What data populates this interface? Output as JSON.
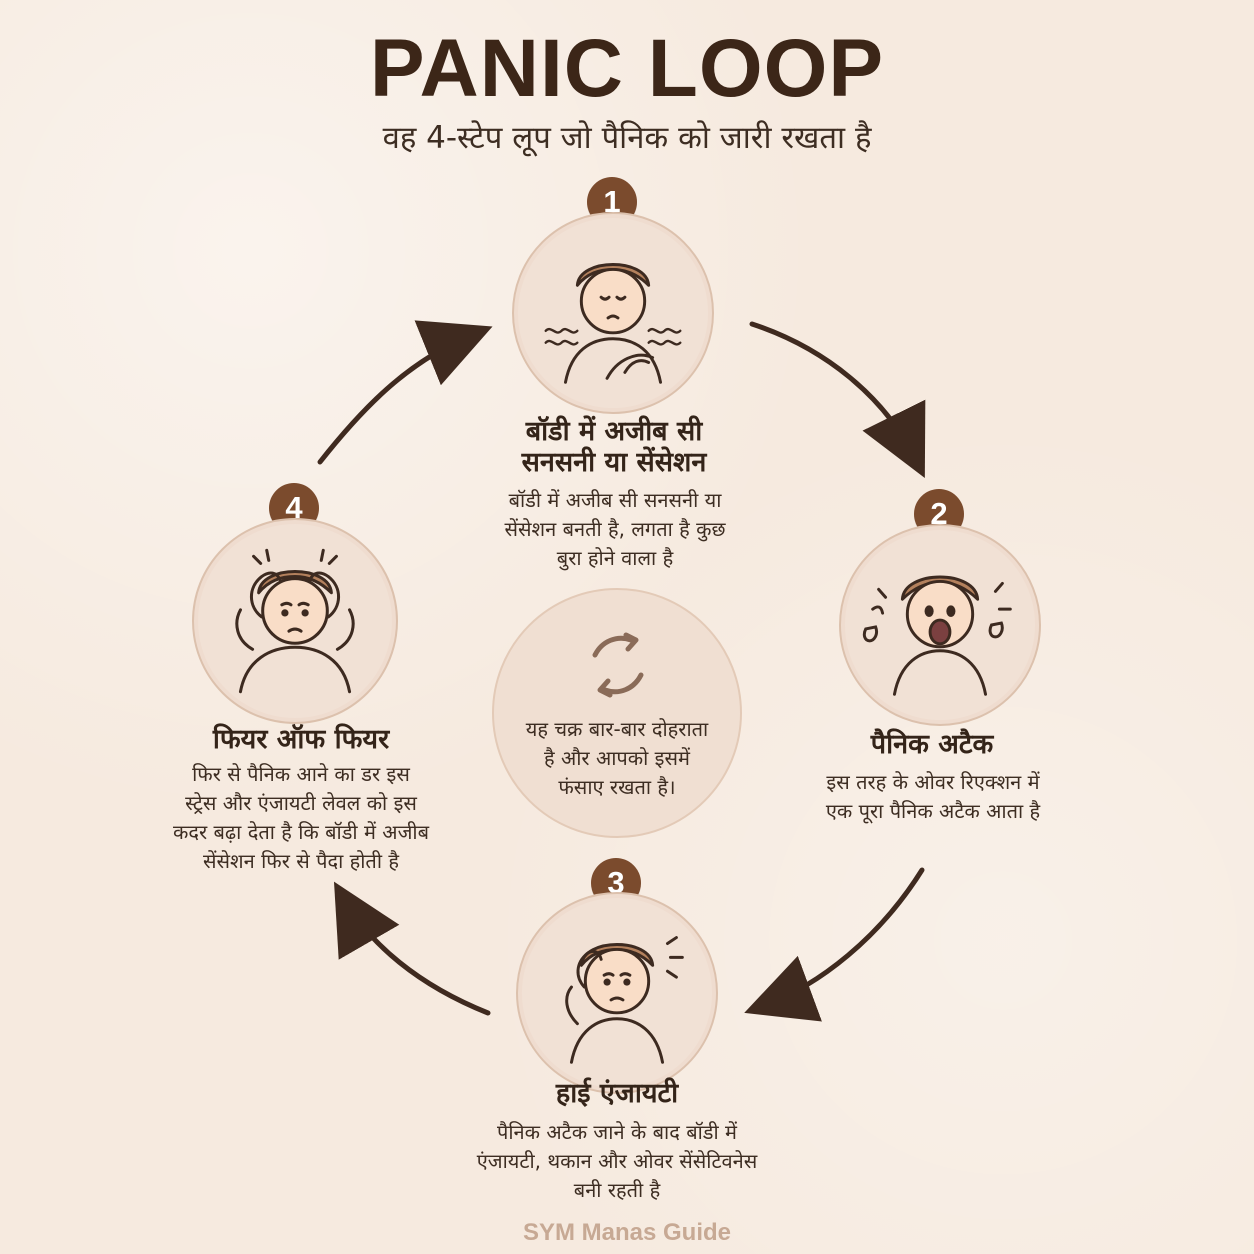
{
  "title": "PANIC LOOP",
  "subtitle": "वह 4-स्टेप लूप जो पैनिक को जारी रखता है",
  "steps": [
    {
      "number": "1",
      "title": "बॉडी में अजीब सी\nसनसनी या सेंसेशन",
      "description": "बॉडी में अजीब सी सनसनी या\nसेंसेशन बनती है, लगता है कुछ\nबुरा होने वाला है"
    },
    {
      "number": "2",
      "title": "पैनिक अटैक",
      "description": "इस तरह के ओवर रिएक्शन में\nएक पूरा पैनिक अटैक आता है"
    },
    {
      "number": "3",
      "title": "हाई एंजायटी",
      "description": "पैनिक अटैक जाने के बाद बॉडी में\nएंजायटी, थकान और ओवर सेंसेटिवनेस\nबनी रहती है"
    },
    {
      "number": "4",
      "title": "फियर ऑफ फियर",
      "description": "फिर से पैनिक आने का डर इस\nस्ट्रेस और एंजायटी लेवल को इस\nकदर बढ़ा देता है कि बॉडी में अजीब\nसेंसेशन फिर से पैदा होती है"
    }
  ],
  "center_text": "यह चक्र बार-बार दोहराता\nहै और आपको इसमें\nफंसाए रखता है।",
  "footer": "SYM Manas Guide",
  "colors": {
    "background": "#f6eadf",
    "badge": "#7b4b2d",
    "text": "#3c2618",
    "accent": "#d7b8a1"
  },
  "icons": {
    "loop": "loop-icon",
    "person": "person-icon"
  }
}
